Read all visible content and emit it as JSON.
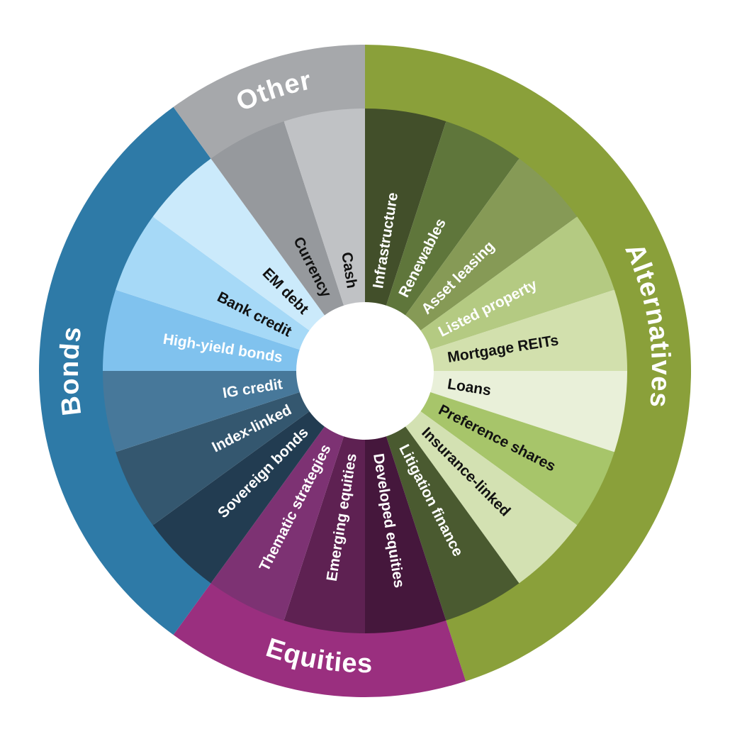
{
  "categories": [
    {
      "name": "Alternatives",
      "color": "#8aa03a",
      "text_color": "#ffffff",
      "segments": [
        {
          "label": "Infrastructure",
          "color": "#424f2a",
          "text_color": "#ffffff"
        },
        {
          "label": "Renewables",
          "color": "#5f763b",
          "text_color": "#ffffff"
        },
        {
          "label": "Asset leasing",
          "color": "#869a56",
          "text_color": "#ffffff"
        },
        {
          "label": "Listed property",
          "color": "#b4ca82",
          "text_color": "#ffffff"
        },
        {
          "label": "Mortgage REITs",
          "color": "#d2e0ad",
          "text_color": "#111111"
        },
        {
          "label": "Loans",
          "color": "#e9f0d9",
          "text_color": "#111111"
        },
        {
          "label": "Preference shares",
          "color": "#a7c56a",
          "text_color": "#111111"
        },
        {
          "label": "Insurance-linked",
          "color": "#d3e1b2",
          "text_color": "#111111"
        },
        {
          "label": "Litigation finance",
          "color": "#4a5a30",
          "text_color": "#ffffff"
        }
      ]
    },
    {
      "name": "Equities",
      "color": "#9a2f7f",
      "text_color": "#ffffff",
      "segments": [
        {
          "label": "Developed equities",
          "color": "#45173c",
          "text_color": "#ffffff"
        },
        {
          "label": "Emerging equities",
          "color": "#5e2152",
          "text_color": "#ffffff"
        },
        {
          "label": "Thematic strategies",
          "color": "#7d3273",
          "text_color": "#ffffff"
        }
      ]
    },
    {
      "name": "Bonds",
      "color": "#2e7aa7",
      "text_color": "#ffffff",
      "segments": [
        {
          "label": "Sovereign bonds",
          "color": "#223c51",
          "text_color": "#ffffff"
        },
        {
          "label": "Index-linked",
          "color": "#34576f",
          "text_color": "#ffffff"
        },
        {
          "label": "IG credit",
          "color": "#47789a",
          "text_color": "#ffffff"
        },
        {
          "label": "High-yield bonds",
          "color": "#80c2ee",
          "text_color": "#ffffff"
        },
        {
          "label": "Bank credit",
          "color": "#a6d9f7",
          "text_color": "#111111"
        },
        {
          "label": "EM debt",
          "color": "#cbeafb",
          "text_color": "#111111"
        }
      ]
    },
    {
      "name": "Other",
      "color": "#a6a8ab",
      "text_color": "#ffffff",
      "segments": [
        {
          "label": "Currency",
          "color": "#96999d",
          "text_color": "#111111"
        },
        {
          "label": "Cash",
          "color": "#c0c2c5",
          "text_color": "#111111"
        }
      ]
    }
  ]
}
